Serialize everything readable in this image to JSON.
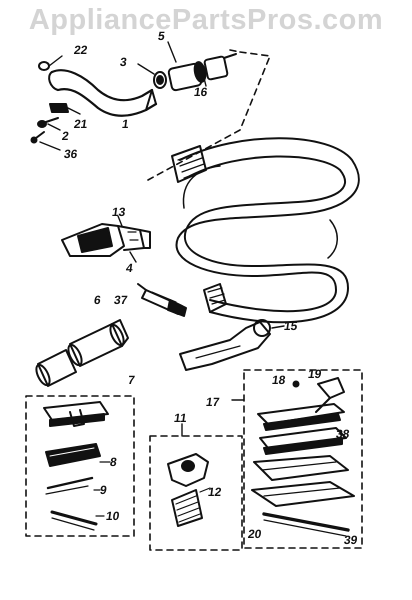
{
  "watermark": "AppliancePartsPros.com",
  "part_numbers": {
    "p1": "1",
    "p2": "2",
    "p3": "3",
    "p4": "4",
    "p5": "5",
    "p6": "6",
    "p7": "7",
    "p8": "8",
    "p9": "9",
    "p10": "10",
    "p11": "11",
    "p12": "12",
    "p13": "13",
    "p15": "15",
    "p16": "16",
    "p17": "17",
    "p18": "18",
    "p19": "19",
    "p20": "20",
    "p21": "21",
    "p22": "22",
    "p36": "36",
    "p37": "37",
    "p38": "38",
    "p39": "39"
  }
}
